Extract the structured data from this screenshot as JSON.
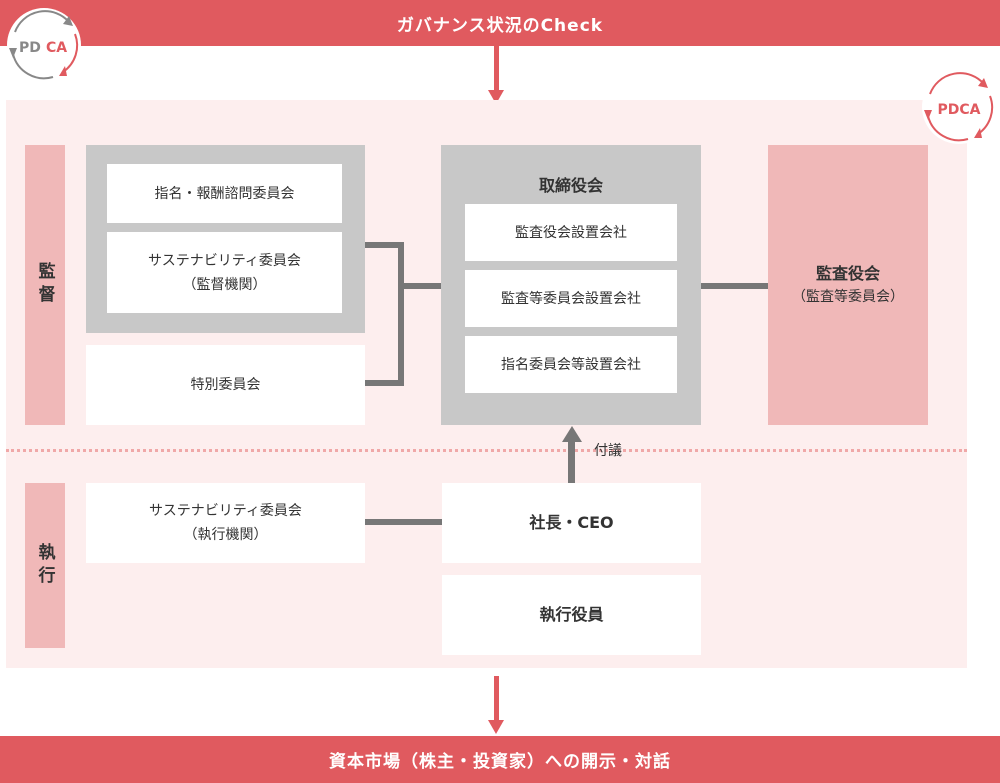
{
  "header": {
    "title": "ガバナンス状況のCheck"
  },
  "footer": {
    "title": "資本市場（株主・投資家）への開示・対話"
  },
  "pdca": {
    "label_pd": "PD",
    "label_ca": "CA",
    "label_full": "PDCA"
  },
  "sections": {
    "supervision": "監督",
    "execution": "執行"
  },
  "committees": {
    "nomination": "指名・報酬諮問委員会",
    "sustainability_sup_line1": "サステナビリティ委員会",
    "sustainability_sup_line2": "（監督機関）",
    "special": "特別委員会"
  },
  "board": {
    "title": "取締役会",
    "types": [
      "監査役会設置会社",
      "監査等委員会設置会社",
      "指名委員会等設置会社"
    ]
  },
  "audit": {
    "title": "監査役会",
    "subtitle": "（監査等委員会）"
  },
  "proposal_label": "付議",
  "execution": {
    "sustainability_line1": "サステナビリティ委員会",
    "sustainability_line2": "（執行機関）",
    "ceo": "社長・CEO",
    "officers": "執行役員"
  },
  "colors": {
    "accent": "#e05a5f",
    "panel": "#fdeeee",
    "grey": "#c8c8c8",
    "side": "#f0b8b8"
  }
}
